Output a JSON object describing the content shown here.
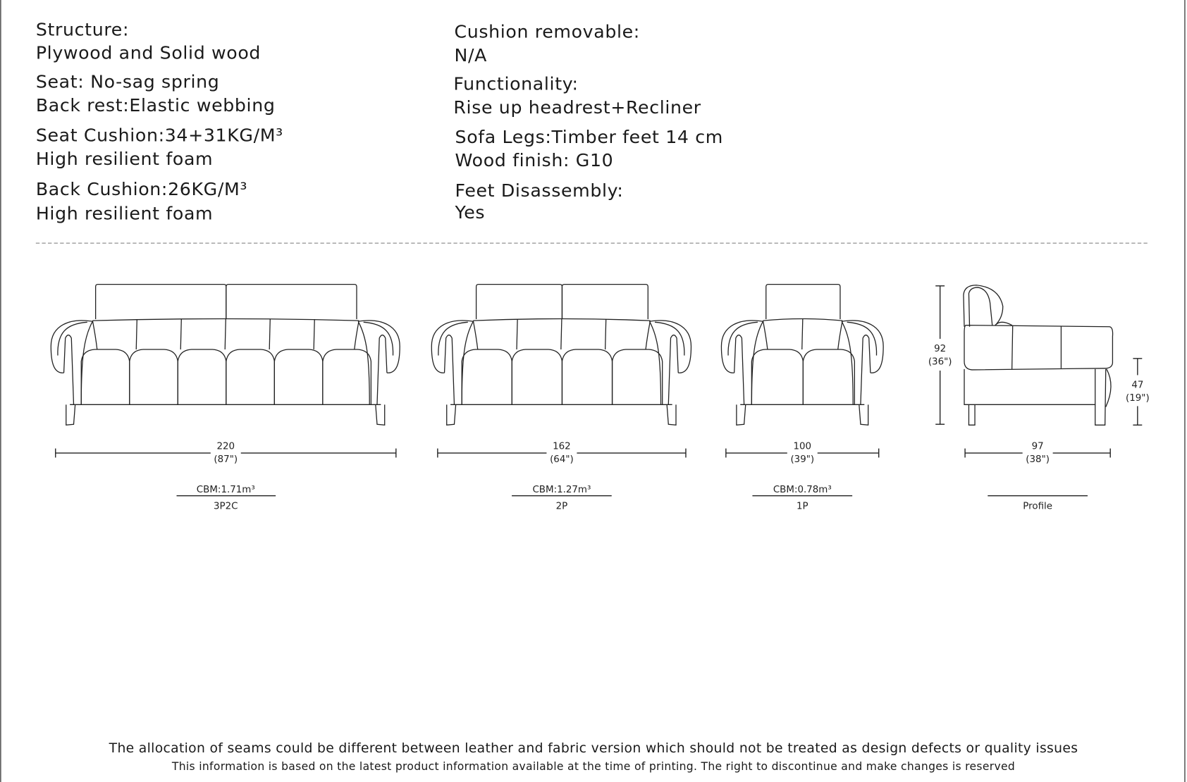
{
  "specs_left": [
    "Structure:",
    "Plywood and Solid wood",
    "Seat: No-sag spring",
    "Back rest:Elastic webbing",
    "Seat Cushion:34+31KG/M³",
    "High resilient foam",
    "Back Cushion:26KG/M³",
    "High resilient foam"
  ],
  "specs_right": [
    "Cushion removable:",
    "N/A",
    "Functionality:",
    "Rise up headrest+Recliner",
    "Sofa Legs:Timber feet 14 cm",
    "Wood finish: G10",
    "Feet Disassembly:",
    "Yes"
  ],
  "models": [
    {
      "name": "3P2C",
      "width_cm": "220",
      "width_in": "(87\")",
      "cbm": "CBM:1.71m³"
    },
    {
      "name": "2P",
      "width_cm": "162",
      "width_in": "(64\")",
      "cbm": "CBM:1.27m³"
    },
    {
      "name": "1P",
      "width_cm": "100",
      "width_in": "(39\")",
      "cbm": "CBM:0.78m³"
    }
  ],
  "profile": {
    "name": "Profile",
    "depth_cm": "97",
    "depth_in": "(38\")",
    "height_cm": "92",
    "height_in": "(36\")",
    "seat_height_cm": "47",
    "seat_height_in": "(19\")"
  },
  "footnote": {
    "line1": "The allocation of seams could be different between leather and fabric version which should not be treated as design defects or quality issues",
    "line2": "This information is based on the latest product information available at the time of printing. The right to discontinue and make changes is reserved"
  }
}
